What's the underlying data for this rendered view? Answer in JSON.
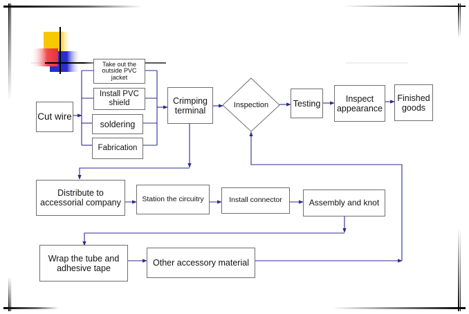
{
  "diagram": {
    "type": "process-flowchart",
    "colors": {
      "connector": "#2b2b8f",
      "box_border": "#6d6d6d",
      "deco_yellow": "#f7c800",
      "deco_red": "#e8303a",
      "deco_blue": "#2a2ec8"
    },
    "nodes": {
      "cut_wire": "Cut wire",
      "take_out_jacket": "Take out  the outside PVC jacket",
      "install_pvc_shield": "Install PVC shield",
      "soldering": "soldering",
      "fabrication": "Fabrication",
      "crimping_terminal": "Crimping terminal",
      "inspection": "Inspection",
      "testing": "Testing",
      "inspect_appearance": "Inspect appearance",
      "finished_goods": "Finished goods",
      "distribute": "Distribute to accessorial company",
      "station_circuitry": "Station the circuitry",
      "install_connector": "Install connector",
      "assembly_knot": "Assembly and knot",
      "wrap_tube": "Wrap the tube and adhesive tape",
      "other_accessory": "Other accessory material"
    },
    "edges": [
      [
        "cut_wire",
        "take_out_jacket|install_pvc_shield|soldering|fabrication"
      ],
      [
        "take_out_jacket|install_pvc_shield|soldering|fabrication",
        "crimping_terminal"
      ],
      [
        "crimping_terminal",
        "inspection"
      ],
      [
        "inspection",
        "testing"
      ],
      [
        "testing",
        "inspect_appearance"
      ],
      [
        "inspect_appearance",
        "finished_goods"
      ],
      [
        "crimping_terminal",
        "distribute"
      ],
      [
        "distribute",
        "station_circuitry"
      ],
      [
        "station_circuitry",
        "install_connector"
      ],
      [
        "install_connector",
        "assembly_knot"
      ],
      [
        "assembly_knot",
        "wrap_tube"
      ],
      [
        "wrap_tube",
        "other_accessory"
      ],
      [
        "other_accessory",
        "inspection"
      ]
    ]
  }
}
